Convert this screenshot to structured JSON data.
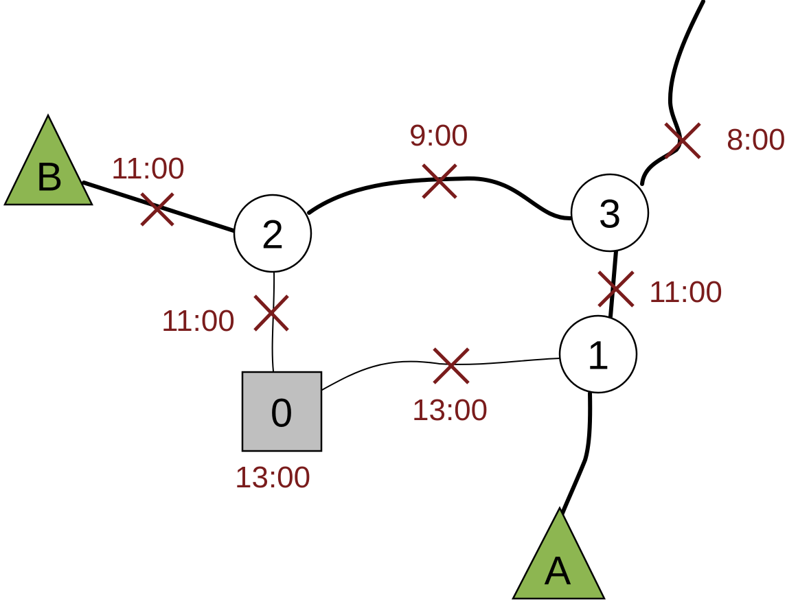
{
  "nodes": {
    "n0": "0",
    "n1": "1",
    "n2": "2",
    "n3": "3",
    "A": "A",
    "B": "B"
  },
  "times": {
    "node0": "13:00",
    "edge_B_2": "11:00",
    "edge_2_3": "9:00",
    "edge_3_top": "8:00",
    "edge_3_1": "11:00",
    "edge_2_0": "11:00",
    "edge_0_1": "13:00"
  },
  "colors": {
    "time_red": "#7a1c1c",
    "triangle_green": "#8db651",
    "square_gray": "#bfbfbf"
  }
}
